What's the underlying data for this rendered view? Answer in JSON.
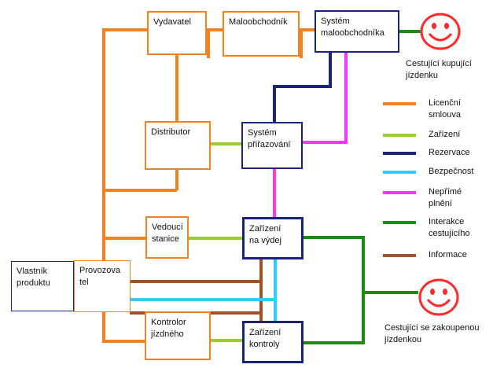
{
  "colors": {
    "licence": "#f58220",
    "equipment": "#9acd32",
    "reservation": "#1a237e",
    "security": "#33ccff",
    "indirect": "#ff33ff",
    "passenger": "#1a8a1a",
    "info": "#a0522d",
    "face": "#ff2a2a"
  },
  "nodes": {
    "vydavatel": "Vydavatel",
    "maloobchodnik": "Maloobchodník",
    "system_maloobchodnika": "Systém\nmaloobchodníka",
    "distributor": "Distributor",
    "system_prirazovani": "Systém\npřiřazování",
    "vedouci_stanice": "Vedoucí\nstanice",
    "zarizeni_vydej": "Zařízení\nna výdej",
    "vlastnik": "Vlastník\nproduktu",
    "provozovatel": "Provozova\ntel",
    "kontrolor": "Kontrolor\njízdného",
    "zarizeni_kontroly": "Zařízení\nkontroly"
  },
  "actors": {
    "buying": "Cestující  kupující\njízdenku",
    "holding": "Cestující  se zakoupenou\njízdenkou"
  },
  "legend": [
    {
      "label": "Licenční\nsmlouva",
      "color": "#f58220"
    },
    {
      "label": "Zařízení",
      "color": "#9acd32"
    },
    {
      "label": "Rezervace",
      "color": "#1a237e"
    },
    {
      "label": "Bezpečnost",
      "color": "#33ccff"
    },
    {
      "label": "Nepřímé\nplnění",
      "color": "#ff33ff"
    },
    {
      "label": "Interakce\ncestujícího",
      "color": "#1a8a1a"
    },
    {
      "label": "Informace",
      "color": "#a0522d"
    }
  ]
}
